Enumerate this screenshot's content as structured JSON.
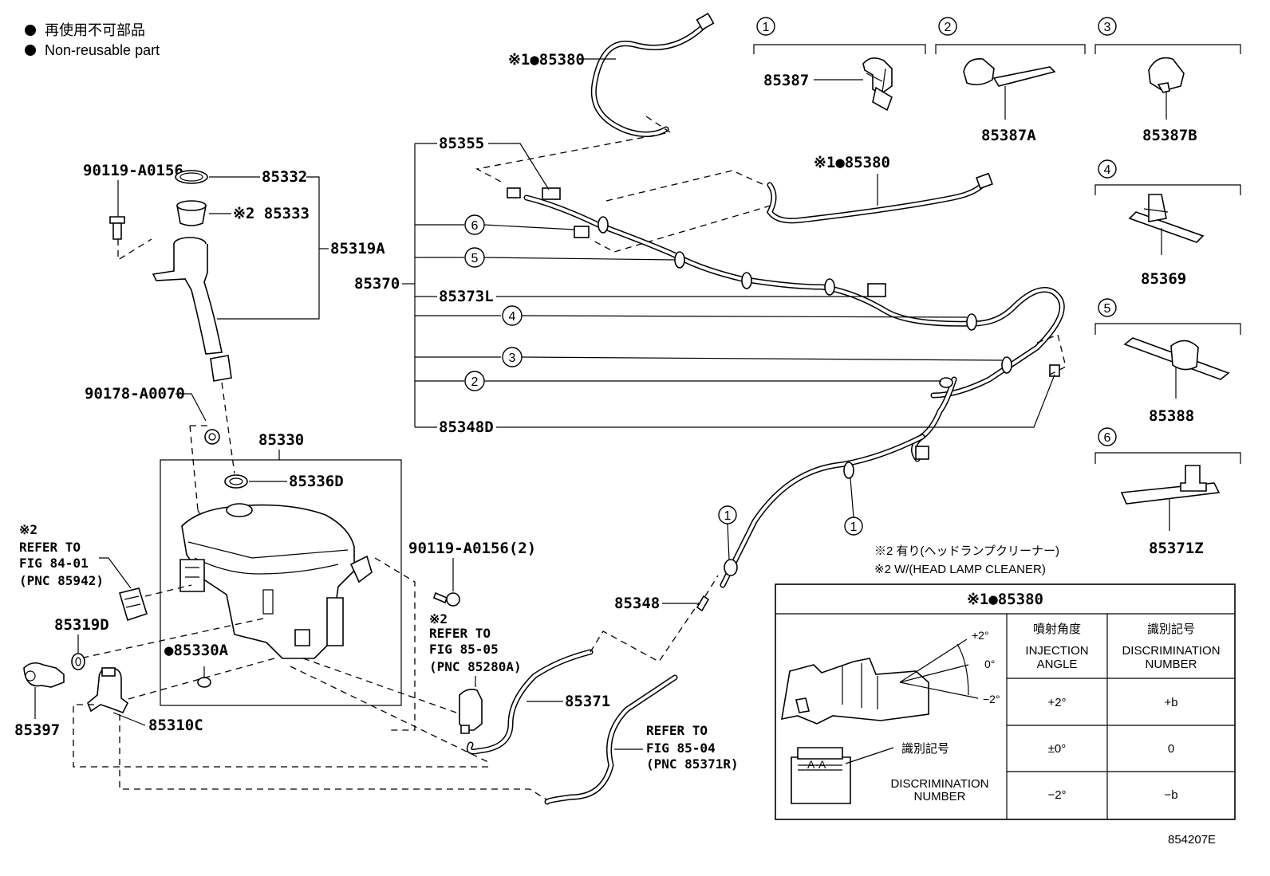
{
  "legend": {
    "jp": "再使用不可部品",
    "en": "Non-reusable part"
  },
  "illustration_number": "854207E",
  "parts": {
    "p85380_top": "※1●85380",
    "p85380_mid": "※1●85380",
    "p85355": "85355",
    "p85332": "85332",
    "p85333": "※2 85333",
    "p85319A": "85319A",
    "p90119_A0156": "90119-A0156",
    "p85370": "85370",
    "p85373L": "85373L",
    "p85348D": "85348D",
    "p90178": "90178-A0070",
    "p85330": "85330",
    "p85336D": "85336D",
    "p85330A": "●85330A",
    "p85319D": "85319D",
    "p85397": "85397",
    "p85310C": "85310C",
    "p90119_2": "90119-A0156(2)",
    "p85348": "85348",
    "p85371": "85371",
    "p85387": "85387",
    "p85387A": "85387A",
    "p85387B": "85387B",
    "p85369": "85369",
    "p85388": "85388",
    "p85371Z": "85371Z"
  },
  "callouts": {
    "c1": "1",
    "c2": "2",
    "c3": "3",
    "c4": "4",
    "c5": "5",
    "c6": "6"
  },
  "references": {
    "fig84": [
      "※2",
      "REFER TO",
      "FIG 84-01",
      "(PNC 85942)"
    ],
    "fig85_05": [
      "※2",
      "REFER TO",
      "FIG 85-05",
      "(PNC 85280A)"
    ],
    "fig85_04": [
      "REFER TO",
      "FIG 85-04",
      "(PNC 85371R)"
    ]
  },
  "notes": {
    "note_jp": "※2 有り(ヘッドランプクリーナー)",
    "note_en": "※2 W/(HEAD LAMP CLEANER)"
  },
  "table": {
    "title": "※1●85380",
    "col1_jp": "噴射角度",
    "col1_en1": "INJECTION",
    "col1_en2": "ANGLE",
    "col2_jp": "識別記号",
    "col2_en1": "DISCRIMINATION",
    "col2_en2": "NUMBER",
    "rows": [
      {
        "angle": "+2°",
        "mark": "+b"
      },
      {
        "angle": "±0°",
        "mark": "0"
      },
      {
        "angle": "−2°",
        "mark": "−b"
      }
    ],
    "angle_plus": "+2°",
    "angle_zero": "0°",
    "angle_minus": "−2°",
    "disc_jp": "識別記号",
    "disc_en1": "DISCRIMINATION",
    "disc_en2": "NUMBER"
  }
}
